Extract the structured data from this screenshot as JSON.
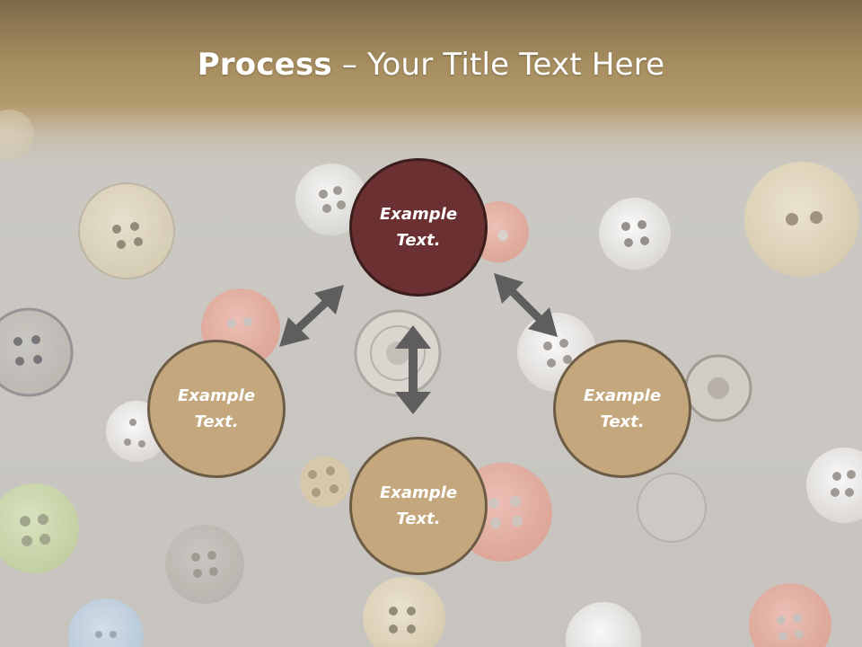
{
  "title": {
    "bold": "Process",
    "rest": " – Your Title Text Here"
  },
  "nodes": {
    "top": "Example\nText.",
    "left": "Example\nText.",
    "bottom": "Example\nText.",
    "right": "Example\nText."
  },
  "colors": {
    "node_top": "#6b3031",
    "node_tan": "#c4a77d",
    "arrow": "#5e5e5e",
    "header": "#a68d5f"
  }
}
